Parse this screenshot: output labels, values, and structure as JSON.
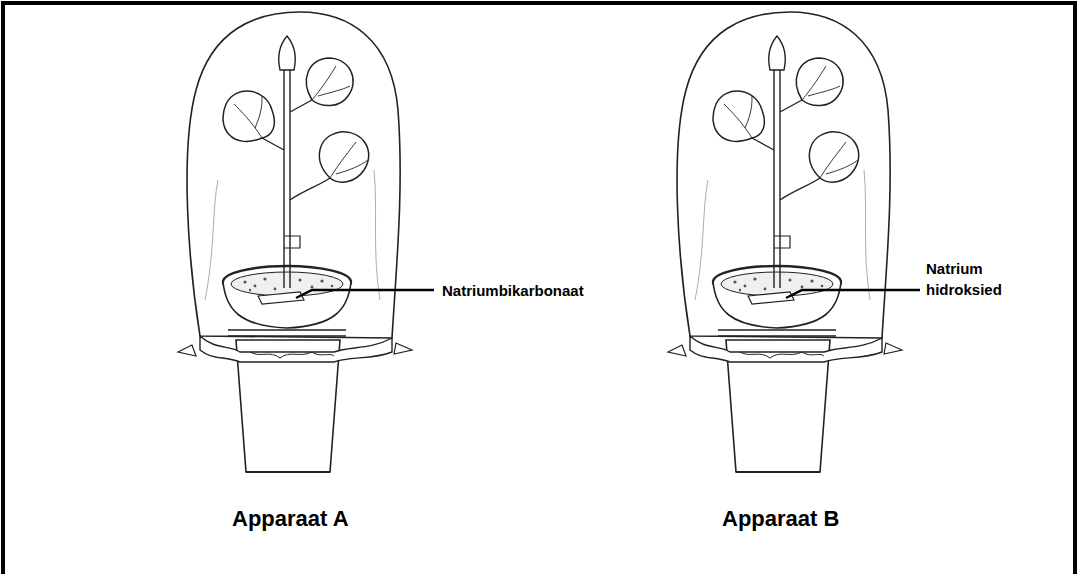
{
  "diagram": {
    "labels": [
      "Natriumbikarbonaat",
      "Natrium hidroksied",
      "Apparaat A",
      "Apparaat B"
    ]
  }
}
